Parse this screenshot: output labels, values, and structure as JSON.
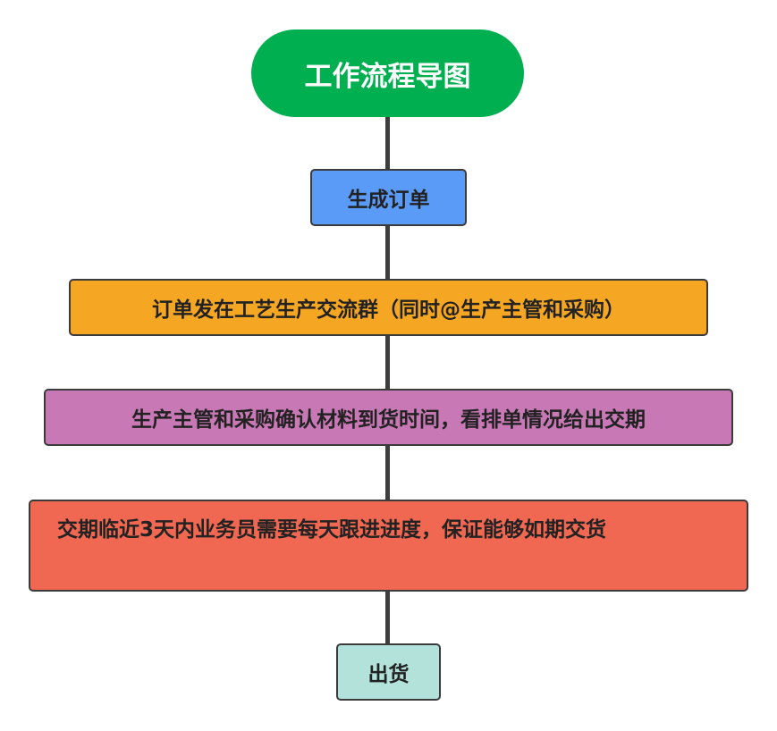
{
  "diagram": {
    "title": "工作流程导图",
    "steps": [
      {
        "label": "生成订单",
        "color": "#5b9bf8"
      },
      {
        "label": "订单发在工艺生产交流群（同时@生产主管和采购）",
        "color": "#f5a623"
      },
      {
        "label": "生产主管和采购确认材料到货时间，看排单情况给出交期",
        "color": "#c878b5"
      },
      {
        "label": "交期临近3天内业务员需要每天跟进进度，保证能够如期交货",
        "color": "#f06752"
      },
      {
        "label": "出货",
        "color": "#b3e2db"
      }
    ],
    "title_color": "#00b050"
  }
}
